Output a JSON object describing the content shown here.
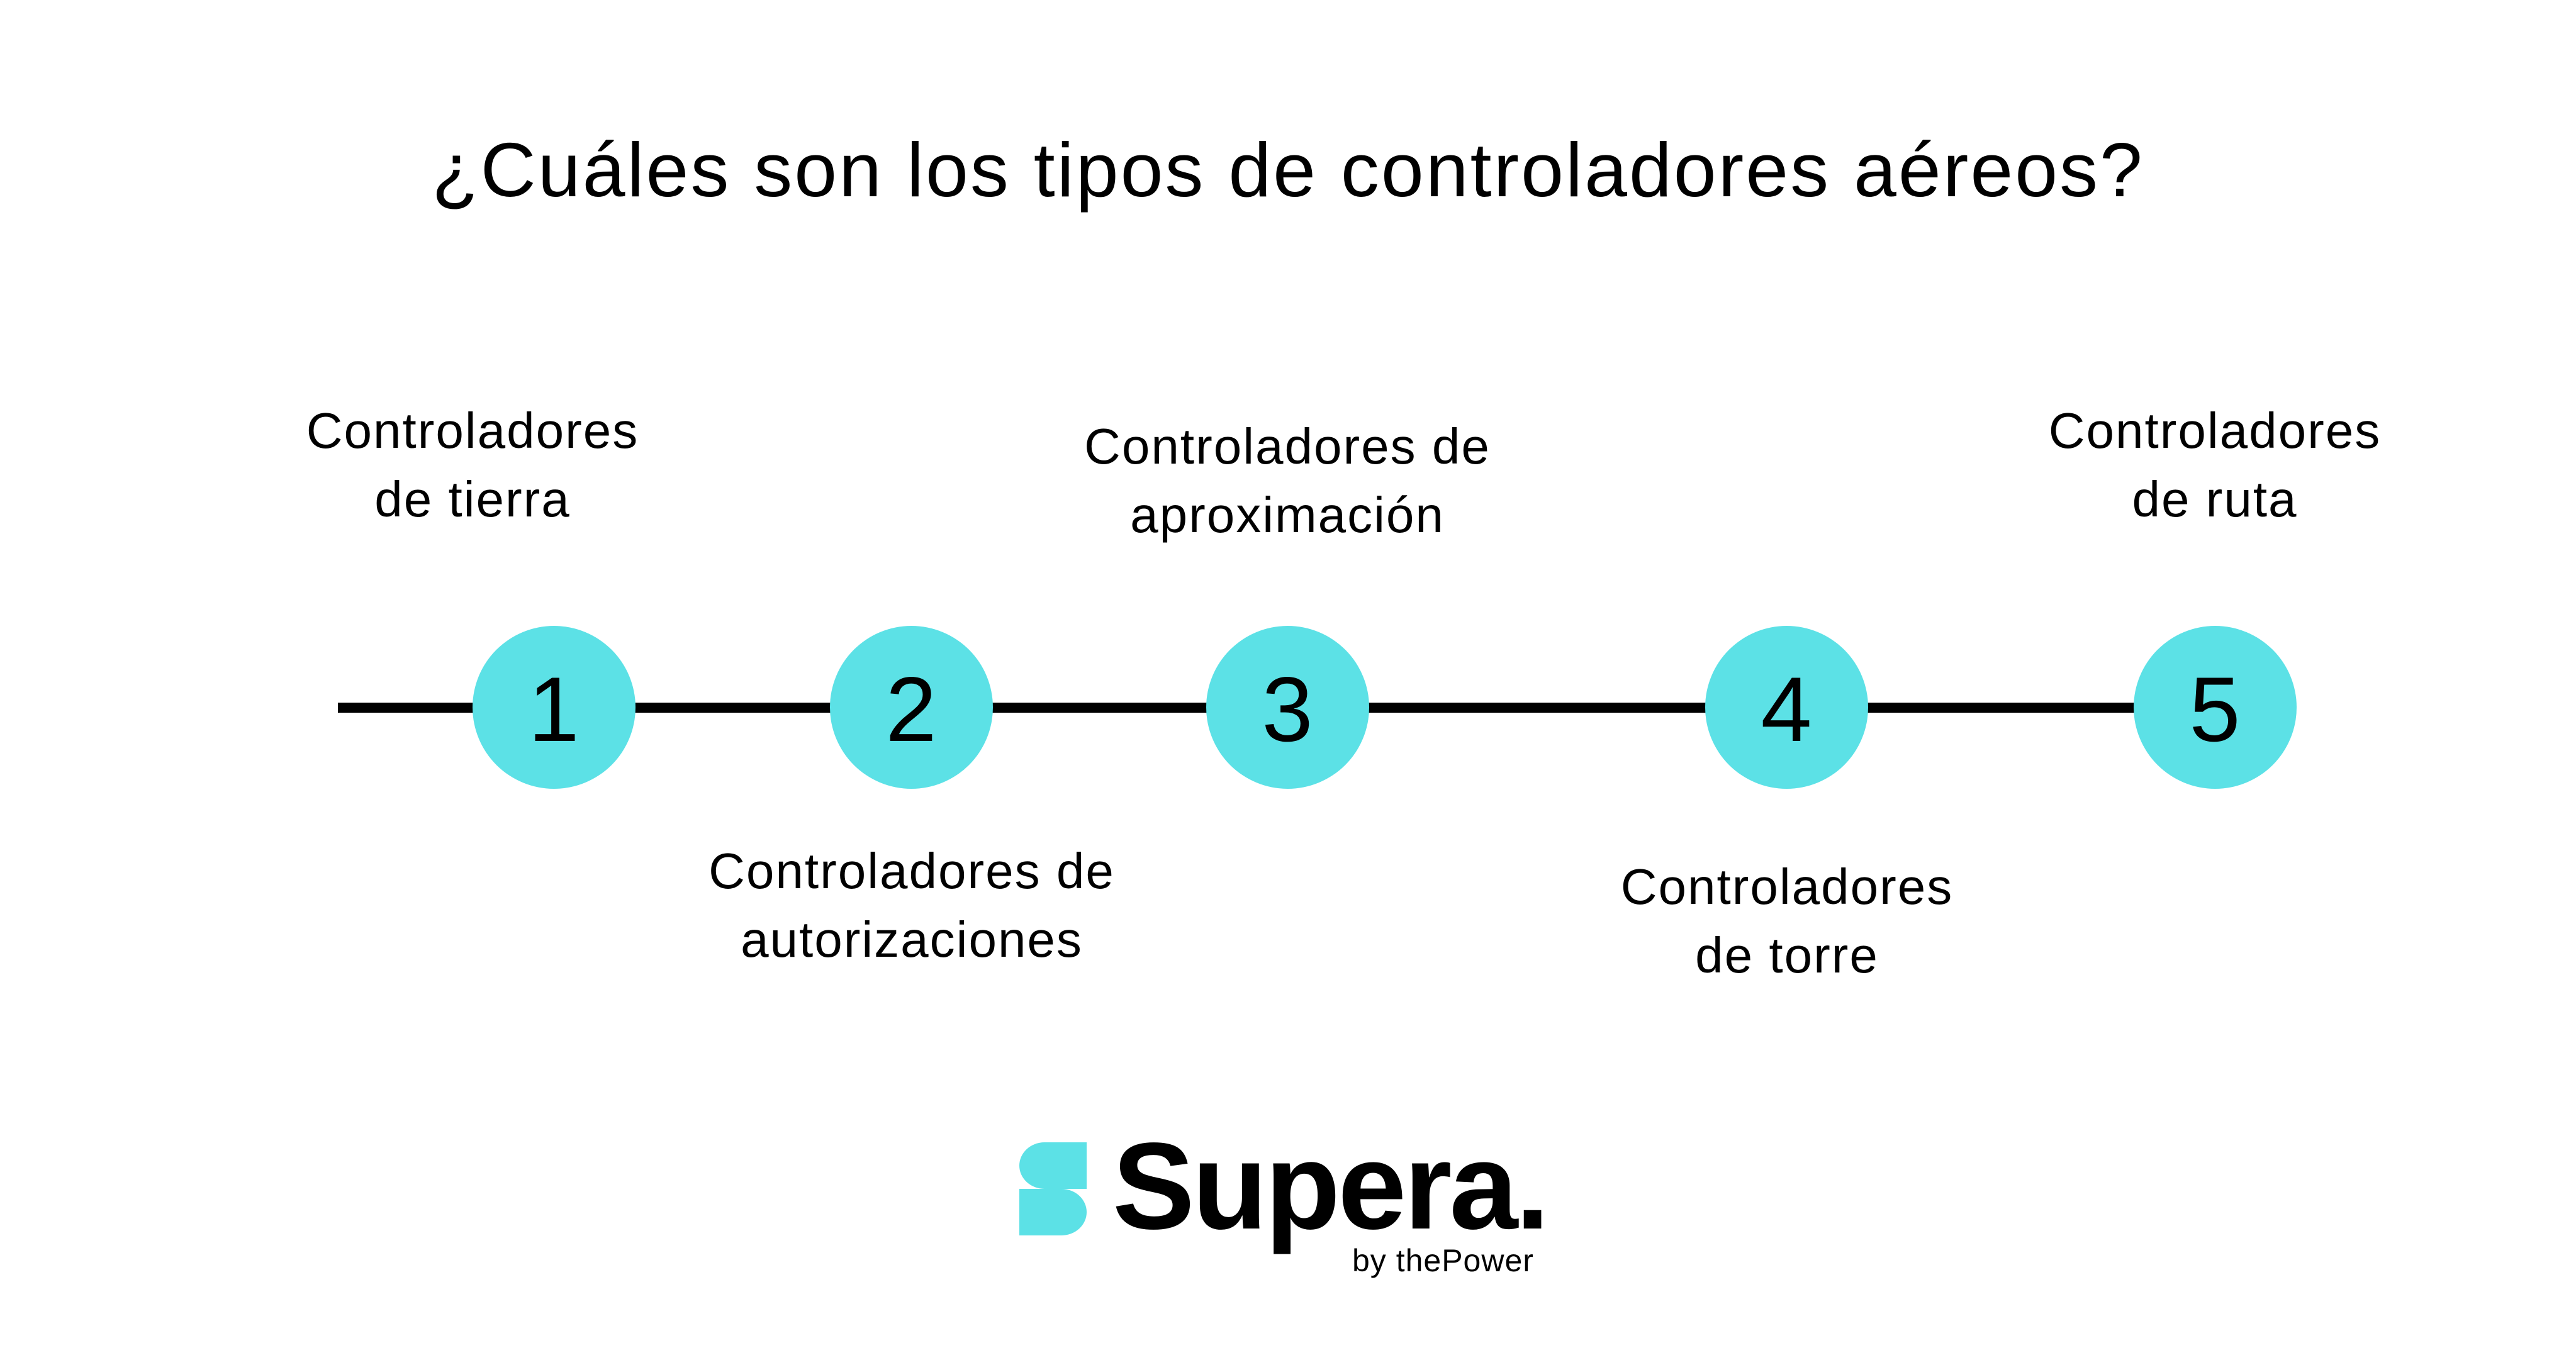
{
  "title": "¿Cuáles son los tipos de controladores aéreos?",
  "colors": {
    "accent": "#5CE1E6",
    "text": "#000000",
    "background": "#FFFFFF",
    "line": "#000000"
  },
  "timeline": {
    "nodes": [
      {
        "number": "1",
        "label_lines": [
          "Controladores",
          "de tierra"
        ],
        "label_position": "above"
      },
      {
        "number": "2",
        "label_lines": [
          "Controladores de",
          "autorizaciones"
        ],
        "label_position": "below"
      },
      {
        "number": "3",
        "label_lines": [
          "Controladores de",
          "aproximación"
        ],
        "label_position": "above"
      },
      {
        "number": "4",
        "label_lines": [
          "Controladores",
          "de torre"
        ],
        "label_position": "below"
      },
      {
        "number": "5",
        "label_lines": [
          "Controladores",
          "de ruta"
        ],
        "label_position": "above"
      }
    ]
  },
  "logo": {
    "wordmark": "Supera.",
    "tagline": "by thePower",
    "mark_icon": "supera-s-mark-icon"
  }
}
